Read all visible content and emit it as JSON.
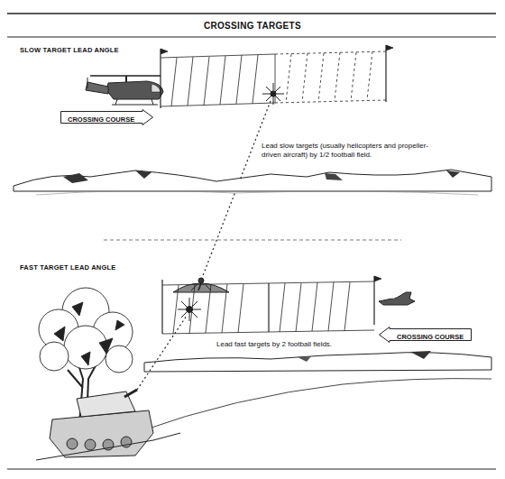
{
  "diagram": {
    "title": "CROSSING TARGETS",
    "nodes": [
      {
        "text": [
          "CROSSING COURSE"
        ]
      },
      {
        "text": [
          "CROSSING COURSE"
        ]
      }
    ],
    "labels": [
      "SLOW TARGET LEAD ANGLE",
      "Lead slow targets (usually helicopters and propeller-driven aircraft) by 1/2 football field.",
      "FAST TARGET LEAD ANGLE",
      "Lead fast targets by 2 football fields."
    ]
  }
}
